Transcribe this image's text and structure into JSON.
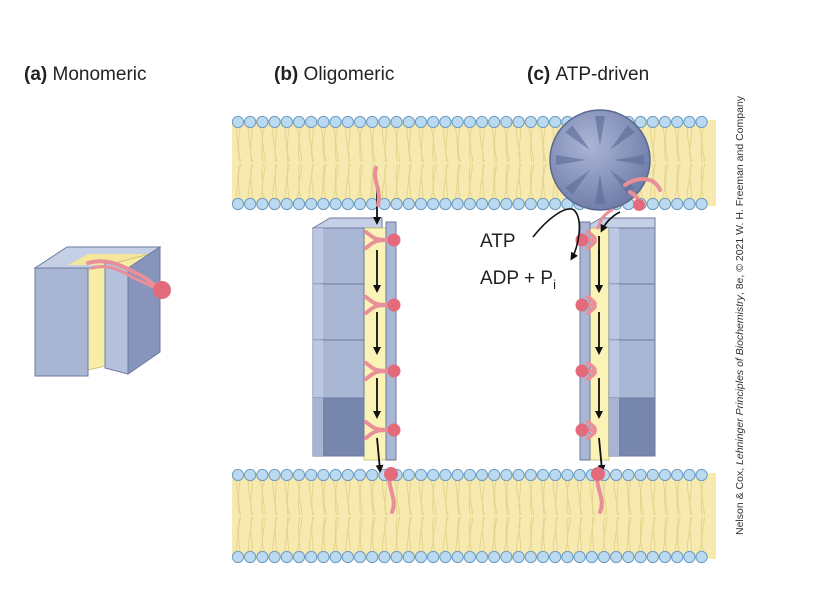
{
  "panels": {
    "a": {
      "letter": "(a)",
      "title": "Monomeric"
    },
    "b": {
      "letter": "(b)",
      "title": "Oligomeric"
    },
    "c": {
      "letter": "(c)",
      "title": "ATP-driven"
    }
  },
  "labels": {
    "atp": "ATP",
    "adp": "ADP + P",
    "adp_sub": "i"
  },
  "credit": {
    "pre": "Nelson & Cox, ",
    "book": "Lehninger Principles of Biochemistry",
    "post": ", 8e, © 2021 W. H. Freeman and Company"
  },
  "colors": {
    "lipid_head": "#b9daf0",
    "lipid_head_stroke": "#6f9bc0",
    "bilayer": "#f7eab1",
    "protein_face": "#a9b6d4",
    "protein_dark": "#7786ad",
    "channel_interior": "#fbf3b6",
    "peptide": "#e88f9a",
    "peptide_tip": "#e26a7a",
    "motor": "#8795bd"
  }
}
